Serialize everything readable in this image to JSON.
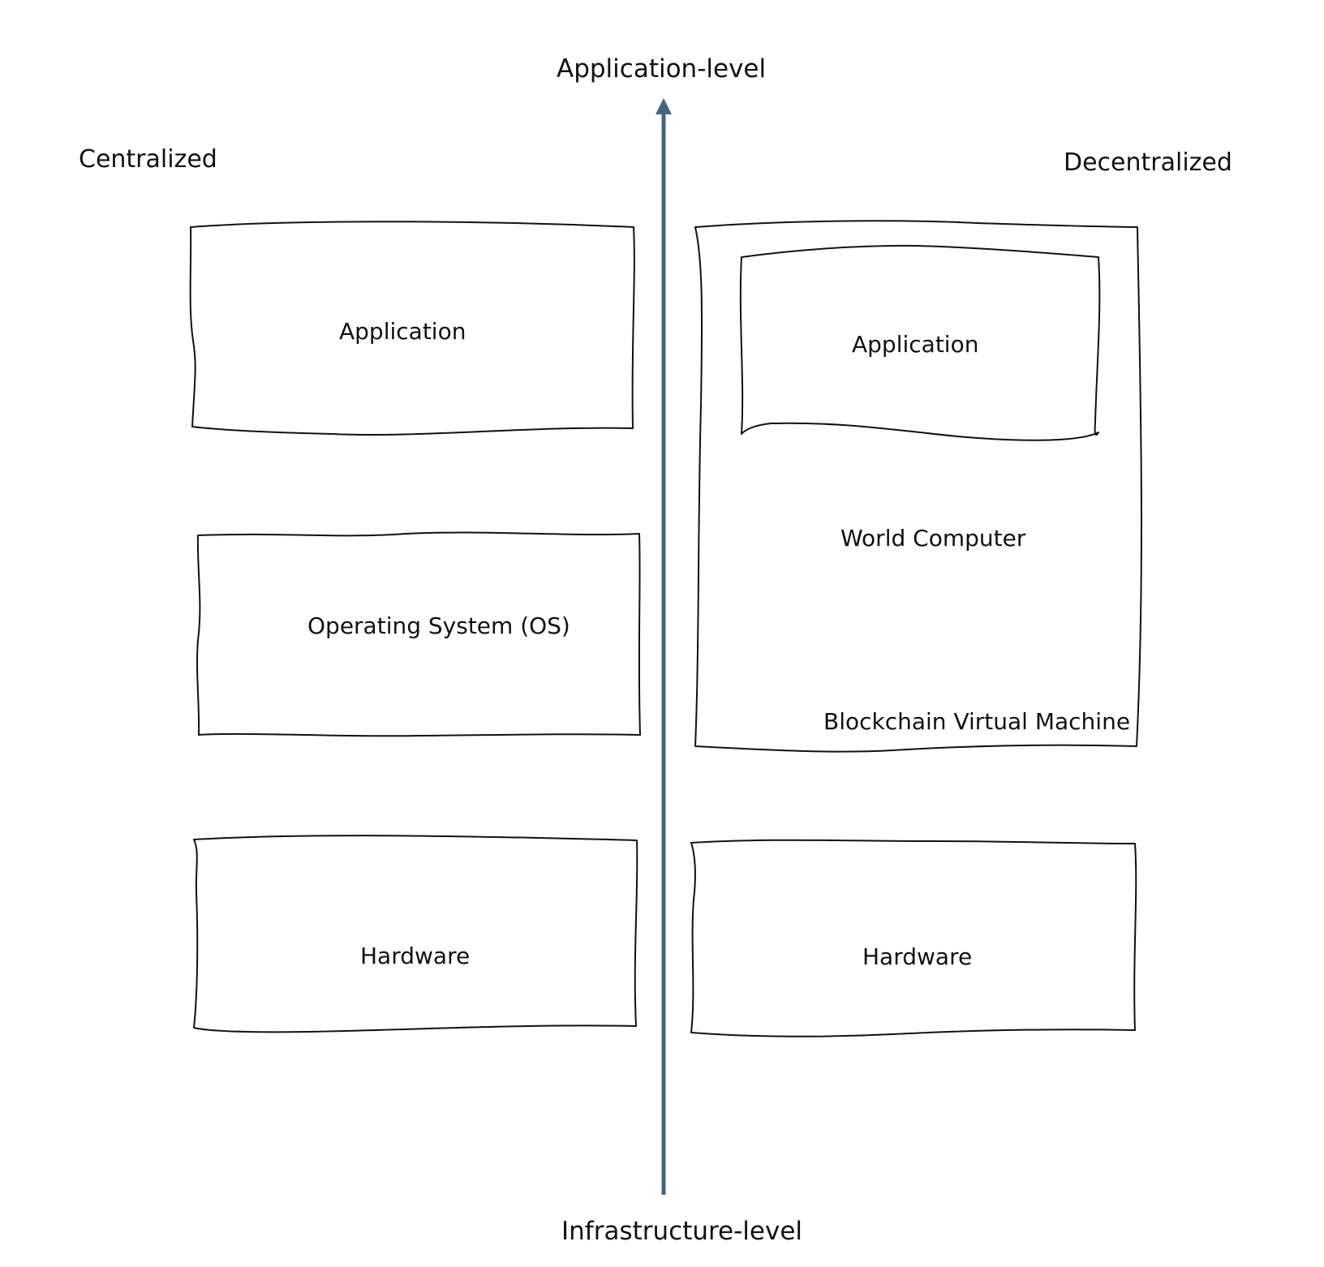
{
  "colors": {
    "background": "#ffffff",
    "axis": "#3f6784",
    "box_stroke": "#111111",
    "text": "#111111"
  },
  "axis": {
    "top_label": "Application-level",
    "bottom_label": "Infrastructure-level"
  },
  "columns": {
    "left_title": "Centralized",
    "right_title": "Decentralized"
  },
  "centralized_stack": {
    "application": "Application",
    "os": "Operating System (OS)",
    "hardware": "Hardware"
  },
  "decentralized_stack": {
    "application": "Application",
    "world_computer": "World Computer",
    "virtual_machine": "Blockchain Virtual Machine",
    "hardware": "Hardware"
  }
}
